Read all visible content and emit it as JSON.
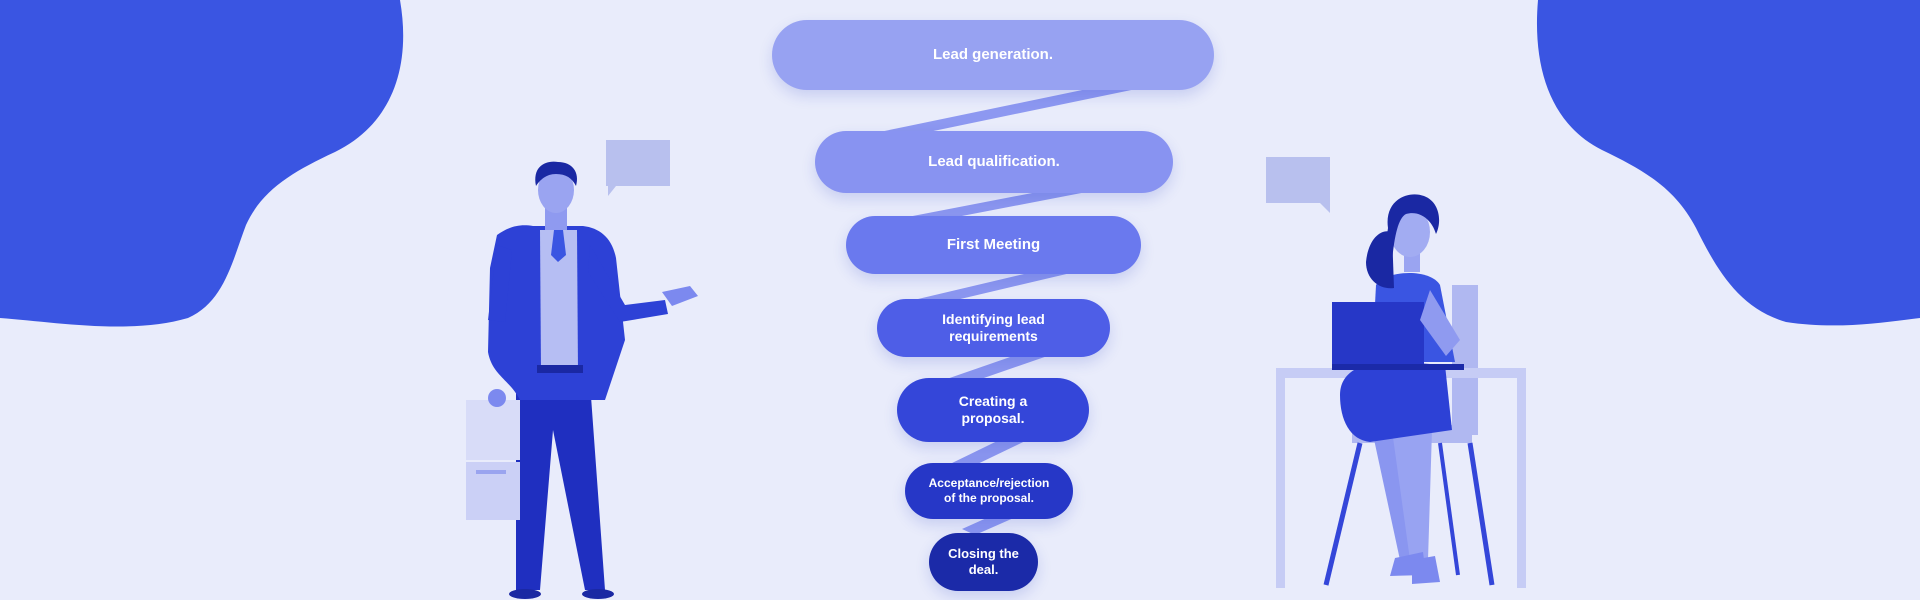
{
  "funnel": {
    "stages": [
      {
        "label": "Lead generation.",
        "color": "#97a2f2"
      },
      {
        "label": "Lead qualification.",
        "color": "#8893f1"
      },
      {
        "label": "First Meeting",
        "color": "#6a79ee"
      },
      {
        "label": "Identifying lead\nrequirements",
        "color": "#4e5ee7"
      },
      {
        "label": "Creating a\nproposal.",
        "color": "#3446d9"
      },
      {
        "label": "Acceptance/rejection\nof the proposal.",
        "color": "#2637c7"
      },
      {
        "label": "Closing the\ndeal.",
        "color": "#1b2aa8"
      }
    ]
  },
  "colors": {
    "background": "#e9ecfb",
    "blob": "#3a55e2",
    "zigzag": "#7c89ef"
  },
  "illustrations": {
    "left_figure": "businessman-presenting",
    "right_figure": "woman-at-laptop",
    "speech_bubbles": 2,
    "corner_blobs": 2
  }
}
